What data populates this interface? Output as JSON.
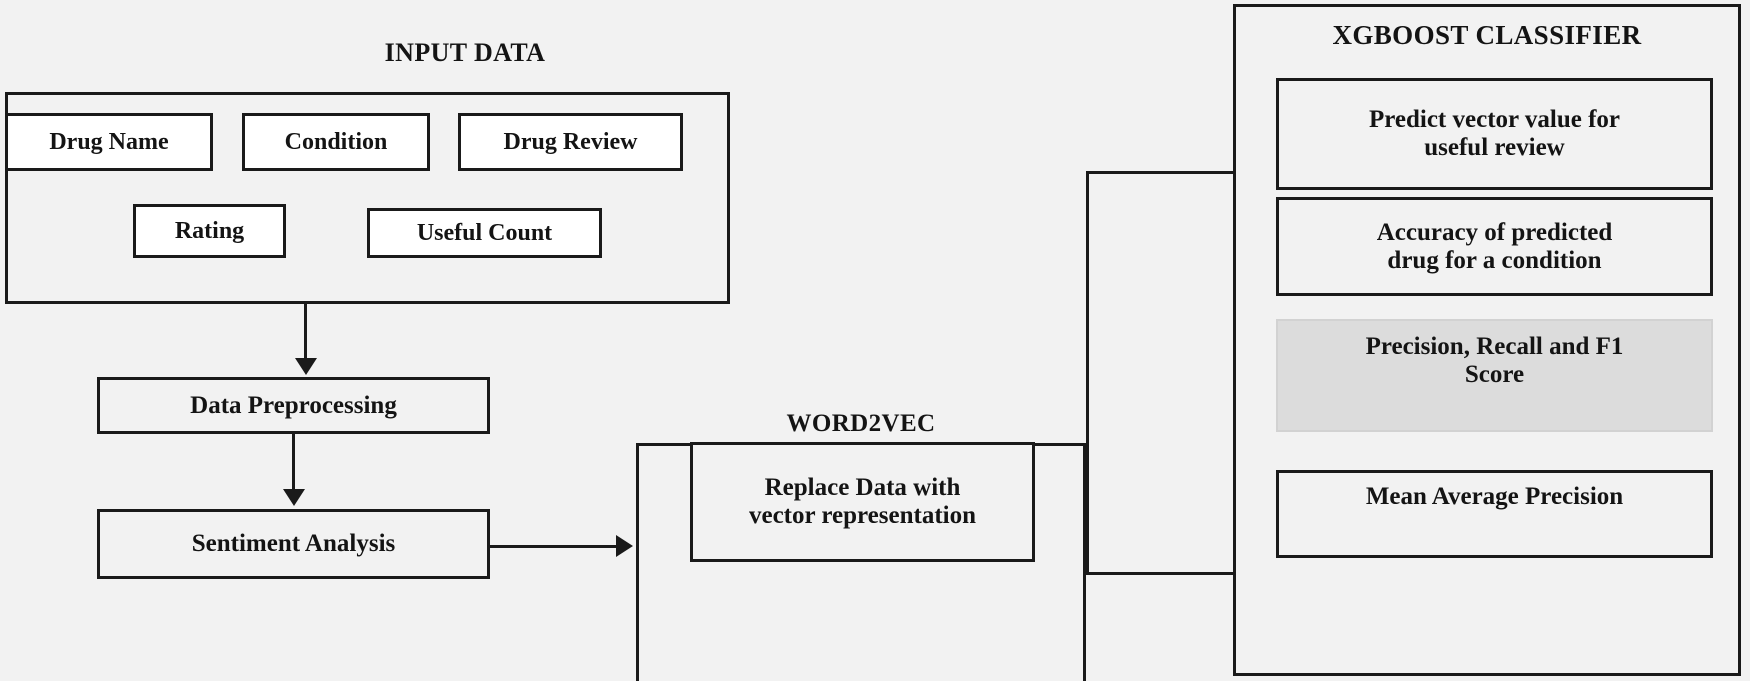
{
  "diagram": {
    "title_input": "INPUT DATA",
    "title_word2vec": "WORD2VEC",
    "title_xgboost": "XGBOOST CLASSIFIER",
    "colors": {
      "canvas_background": "#f2f2f2",
      "box_background": "#ffffff",
      "panel_background": "#f2f2f2",
      "highlight_background": "#dcdcdc",
      "stroke": "#1a1a1a",
      "text": "#141414"
    }
  },
  "input_data": {
    "heading": "INPUT DATA",
    "features_row1": [
      {
        "label": "Drug Name"
      },
      {
        "label": "Condition"
      },
      {
        "label": "Drug Review"
      }
    ],
    "features_row2": [
      {
        "label": "Rating"
      },
      {
        "label": "Useful Count"
      }
    ]
  },
  "pipeline": {
    "steps": [
      {
        "label": "Data Preprocessing"
      },
      {
        "label": "Sentiment Analysis"
      }
    ]
  },
  "word2vec": {
    "heading": "WORD2VEC",
    "box": {
      "line1": "Replace Data with",
      "line2": "vector representation"
    }
  },
  "xgboost": {
    "heading": "XGBOOST CLASSIFIER",
    "outputs": [
      {
        "line1": "Predict vector value for",
        "line2": "useful review",
        "highlighted": false
      },
      {
        "line1": "Accuracy of predicted",
        "line2": "drug for a condition",
        "highlighted": false
      },
      {
        "line1": "Precision, Recall and F1",
        "line2": "Score",
        "highlighted": true
      },
      {
        "line1": "Mean Average Precision",
        "line2": "",
        "highlighted": false
      }
    ]
  }
}
